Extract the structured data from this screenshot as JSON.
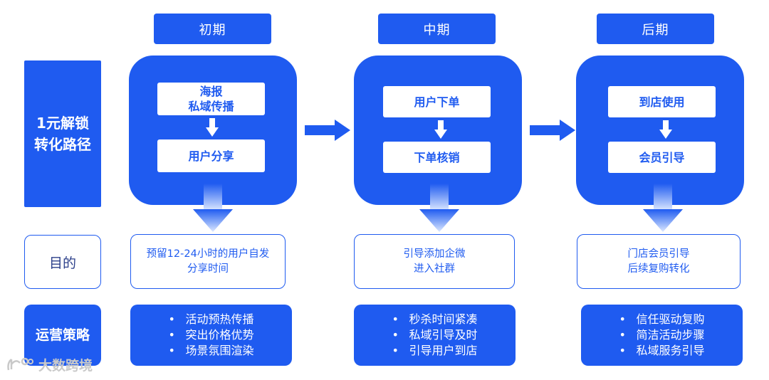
{
  "phases": [
    {
      "label": "初期",
      "steps": [
        "海报\n私域传播",
        "用户分享"
      ],
      "goal": [
        "预留12-24小时的用户自发",
        "分享时间"
      ],
      "strategies": [
        "活动预热传播",
        "突出价格优势",
        "场景氛围渲染"
      ]
    },
    {
      "label": "中期",
      "steps": [
        "用户下单",
        "下单核销"
      ],
      "goal": [
        "引导添加企微",
        "进入社群"
      ],
      "strategies": [
        "秒杀时间紧凑",
        "私域引导及时",
        "引导用户到店"
      ]
    },
    {
      "label": "后期",
      "steps": [
        "到店使用",
        "会员引导"
      ],
      "goal": [
        "门店会员引导",
        "后续复购转化"
      ],
      "strategies": [
        "信任驱动复购",
        "简洁活动步骤",
        "私域服务引导"
      ]
    }
  ],
  "row_labels": {
    "path": [
      "1元解锁",
      "转化路径"
    ],
    "goal": "目的",
    "strategy": "运营策略"
  },
  "bullet": "•",
  "watermark": "大数跨境",
  "colors": {
    "accent": "#1f5bf0",
    "arrow_fade": "#cfe0ff"
  }
}
